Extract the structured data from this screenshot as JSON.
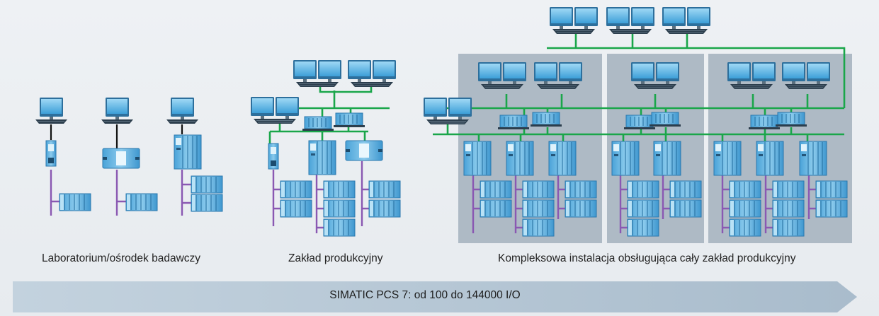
{
  "captions": {
    "lab": "Laboratorium/ośrodek badawczy",
    "plant": "Zakład produkcyjny",
    "complex": "Kompleksowa instalacja obsługująca cały zakład produkcyjny"
  },
  "arrow": {
    "label": "SIMATIC PCS 7: od 100 do 144000 I/O"
  },
  "colors": {
    "network": "#1aa64a",
    "fieldbus": "#8a58b2",
    "ethernet": "#111111",
    "area_panel": "#aebac5",
    "monitor": "#4aa8e0",
    "arrow": "#b5c6d4"
  },
  "icons": [
    "workstation-icon",
    "server-icon",
    "controller-icon",
    "io-module-icon"
  ]
}
